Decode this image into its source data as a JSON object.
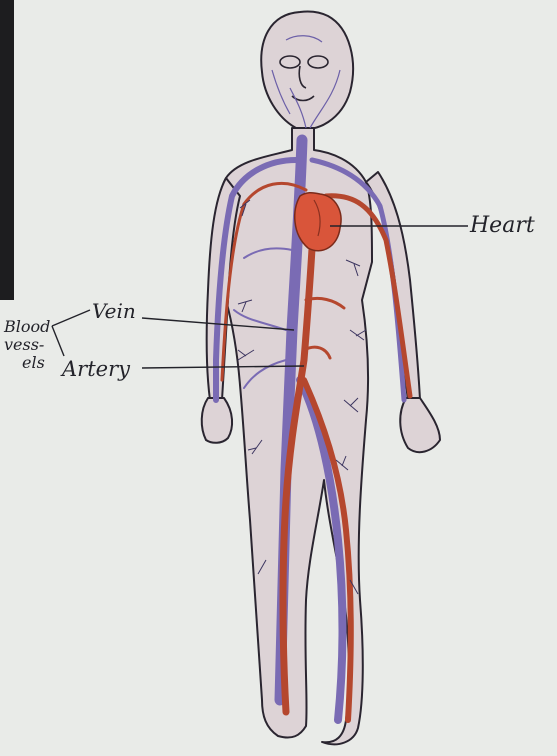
{
  "labels": {
    "heart": "Heart",
    "vein": "Vein",
    "artery": "Artery",
    "group_line1": "Blood",
    "group_line2": "vess-",
    "group_line3": "els"
  },
  "colors": {
    "paper": "#eceeec",
    "skin": "#ddd3d6",
    "outline": "#2a2530",
    "vein": "#7a6bb4",
    "artery": "#b5472e",
    "heart": "#d9553a",
    "ink": "#23232a"
  }
}
